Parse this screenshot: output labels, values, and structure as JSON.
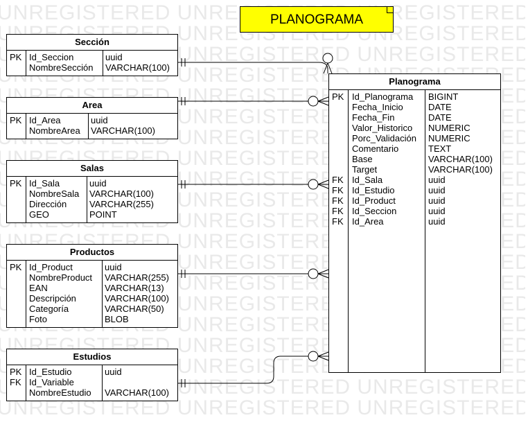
{
  "watermark": "UNREGISTERED UNREGISTERED UNREGISTERED UNREGISTERED UNREGISTERED",
  "title": "PLANOGRAMA",
  "entities": {
    "seccion": {
      "name": "Sección",
      "keys": [
        "PK",
        ""
      ],
      "fields": [
        "Id_Seccion",
        "NombreSección"
      ],
      "types": [
        "uuid",
        "VARCHAR(100)"
      ]
    },
    "area": {
      "name": "Area",
      "keys": [
        "PK",
        ""
      ],
      "fields": [
        "Id_Area",
        "NombreArea"
      ],
      "types": [
        "uuid",
        "VARCHAR(100)"
      ]
    },
    "salas": {
      "name": "Salas",
      "keys": [
        "PK",
        "",
        "",
        ""
      ],
      "fields": [
        "Id_Sala",
        "NombreSala",
        "Dirección",
        "GEO"
      ],
      "types": [
        "uuid",
        "VARCHAR(100)",
        "VARCHAR(255)",
        "POINT"
      ]
    },
    "productos": {
      "name": "Productos",
      "keys": [
        "PK",
        "",
        "",
        "",
        "",
        ""
      ],
      "fields": [
        "Id_Product",
        "NombreProduct",
        "EAN",
        "Descripción",
        "Categoría",
        "Foto"
      ],
      "types": [
        "uuid",
        "VARCHAR(255)",
        "VARCHAR(13)",
        "VARCHAR(100)",
        "VARCHAR(50)",
        "BLOB"
      ]
    },
    "estudios": {
      "name": "Estudios",
      "keys": [
        "PK",
        "FK",
        ""
      ],
      "fields": [
        "Id_Estudio",
        "Id_Variable",
        "NombreEstudio"
      ],
      "types": [
        "uuid",
        "",
        "VARCHAR(100)"
      ]
    },
    "planograma": {
      "name": "Planograma",
      "keys": [
        "PK",
        "",
        "",
        "",
        "",
        "",
        "",
        "",
        "FK",
        "FK",
        "FK",
        "FK",
        "FK"
      ],
      "fields": [
        "Id_Planograma",
        "Fecha_Inicio",
        "Fecha_Fin",
        "Valor_Historico",
        "Porc_Validación",
        "Comentario",
        "Base",
        "Target",
        "Id_Sala",
        "Id_Estudio",
        "Id_Product",
        "Id_Seccion",
        "Id_Area"
      ],
      "types": [
        "BIGINT",
        "DATE",
        "DATE",
        "NUMERIC",
        "NUMERIC",
        "TEXT",
        "VARCHAR(100)",
        "VARCHAR(100)",
        "uuid",
        "uuid",
        "uuid",
        "uuid",
        "uuid"
      ]
    }
  }
}
